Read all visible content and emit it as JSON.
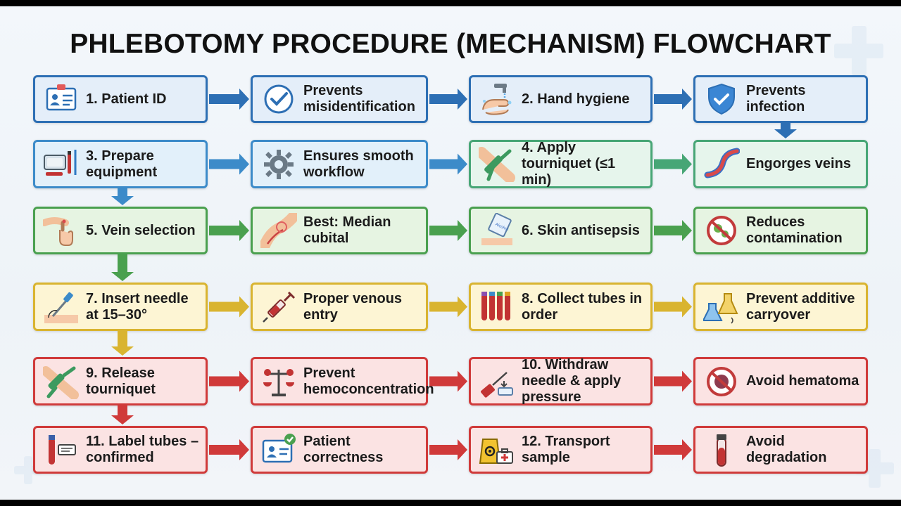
{
  "title": "PHLEBOTOMY PROCEDURE (MECHANISM) FLOWCHART",
  "rows": [
    {
      "color": "blue",
      "steps": [
        {
          "text": "1. Patient ID",
          "icon": "id-card-icon"
        },
        {
          "text": "Prevents misidentification",
          "icon": "checkmark-circle-icon"
        },
        {
          "text": "2. Hand hygiene",
          "icon": "hand-washing-icon"
        },
        {
          "text": "Prevents infection",
          "icon": "shield-check-icon"
        }
      ]
    },
    {
      "color": "blue2",
      "steps": [
        {
          "text": "3. Prepare equipment",
          "icon": "equipment-tray-icon"
        },
        {
          "text": "Ensures smooth workflow",
          "icon": "gear-icon"
        },
        {
          "text": "4. Apply tourniquet (≤1 min)",
          "icon": "tourniquet-arm-icon"
        },
        {
          "text": "Engorges veins",
          "icon": "vein-icon"
        }
      ]
    },
    {
      "color": "green",
      "steps": [
        {
          "text": "5. Vein selection",
          "icon": "palpating-hand-icon"
        },
        {
          "text": "Best: Median cubital",
          "icon": "arm-vein-icon"
        },
        {
          "text": "6. Skin antisepsis",
          "icon": "alcohol-swab-icon"
        },
        {
          "text": "Reduces contamination",
          "icon": "no-germs-icon"
        }
      ]
    },
    {
      "color": "yellow",
      "steps": [
        {
          "text": "7. Insert needle at 15–30°",
          "icon": "needle-angle-icon"
        },
        {
          "text": "Proper venous entry",
          "icon": "syringe-icon"
        },
        {
          "text": "8. Collect tubes in order",
          "icon": "blood-tubes-icon"
        },
        {
          "text": "Prevent additive carryover",
          "icon": "flasks-icon"
        }
      ]
    },
    {
      "color": "red",
      "steps": [
        {
          "text": "9. Release tourniquet",
          "icon": "release-tourniquet-icon"
        },
        {
          "text": "Prevent hemoconcentration",
          "icon": "balance-scale-icon"
        },
        {
          "text": "10. Withdraw needle & apply pressure",
          "icon": "withdraw-needle-icon"
        },
        {
          "text": "Avoid hematoma",
          "icon": "no-hematoma-icon"
        }
      ]
    },
    {
      "color": "red",
      "steps": [
        {
          "text": "11. Label tubes – confirmed",
          "icon": "labeled-tube-icon"
        },
        {
          "text": "Patient correctness",
          "icon": "verified-id-icon"
        },
        {
          "text": "12. Transport sample",
          "icon": "biohazard-transport-icon"
        },
        {
          "text": "Avoid degradation",
          "icon": "blood-tube-icon"
        }
      ]
    }
  ],
  "colors": {
    "blue": "#2d6fb4",
    "blue2": "#3c8bc9",
    "green": "#4aa04f",
    "teal": "#47a676",
    "yellow": "#d9b430",
    "red": "#d03a3a"
  }
}
